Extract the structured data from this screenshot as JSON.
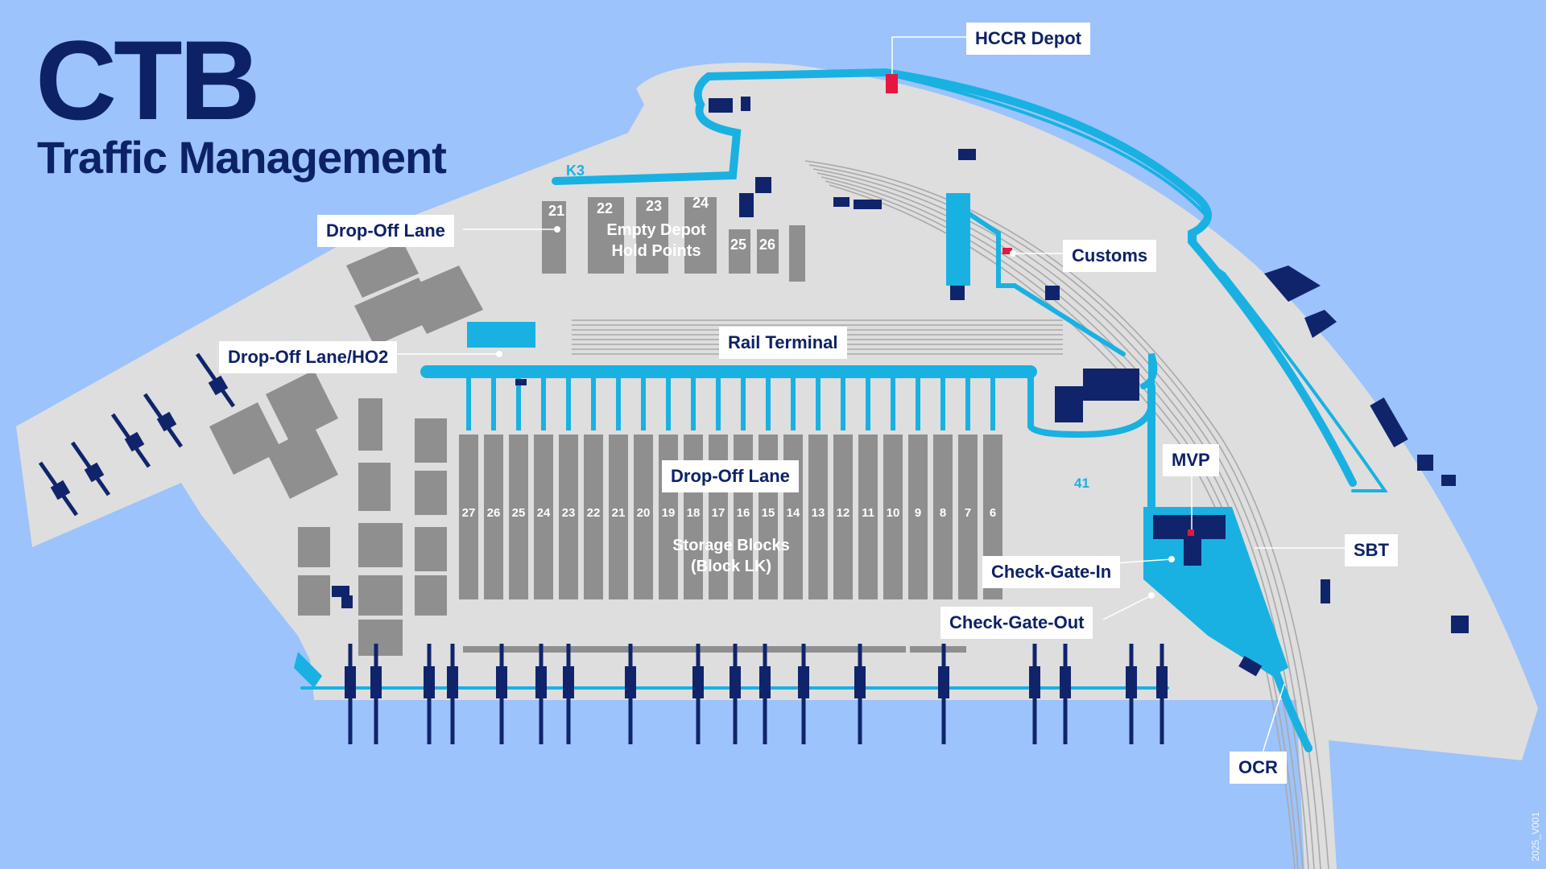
{
  "title": "CTB",
  "subtitle": "Traffic Management",
  "version_mark": "2025_V001",
  "colors": {
    "water": "#9cc3fb",
    "land": "#dedede",
    "block": "#8f8f8f",
    "road": "#19b1e2",
    "building": "#10246b",
    "label_text": "#0d2266",
    "highlight": "#e5173f",
    "rail": "#a8a8a8"
  },
  "callouts": {
    "hccr_depot": "HCCR Depot",
    "drop_off_lane_north": "Drop-Off Lane",
    "drop_off_lane_ho2": "Drop-Off Lane/HO2",
    "rail_terminal": "Rail Terminal",
    "customs": "Customs",
    "drop_off_lane_center": "Drop-Off Lane",
    "mvp": "MVP",
    "sbt": "SBT",
    "check_gate_in": "Check-Gate-In",
    "check_gate_out": "Check-Gate-Out",
    "ocr": "OCR"
  },
  "map_labels": {
    "k3": "K3",
    "area_41": "41",
    "empty_depot_line1": "Empty Depot",
    "empty_depot_line2": "Hold Points",
    "storage_line1": "Storage Blocks",
    "storage_line2": "(Block LK)"
  },
  "depot_numbers": [
    "21",
    "22",
    "23",
    "24",
    "25",
    "26"
  ],
  "storage_block_numbers": [
    "27",
    "26",
    "25",
    "24",
    "23",
    "22",
    "21",
    "20",
    "19",
    "18",
    "17",
    "16",
    "15",
    "14",
    "13",
    "12",
    "11",
    "10",
    "9",
    "8",
    "7",
    "6"
  ]
}
